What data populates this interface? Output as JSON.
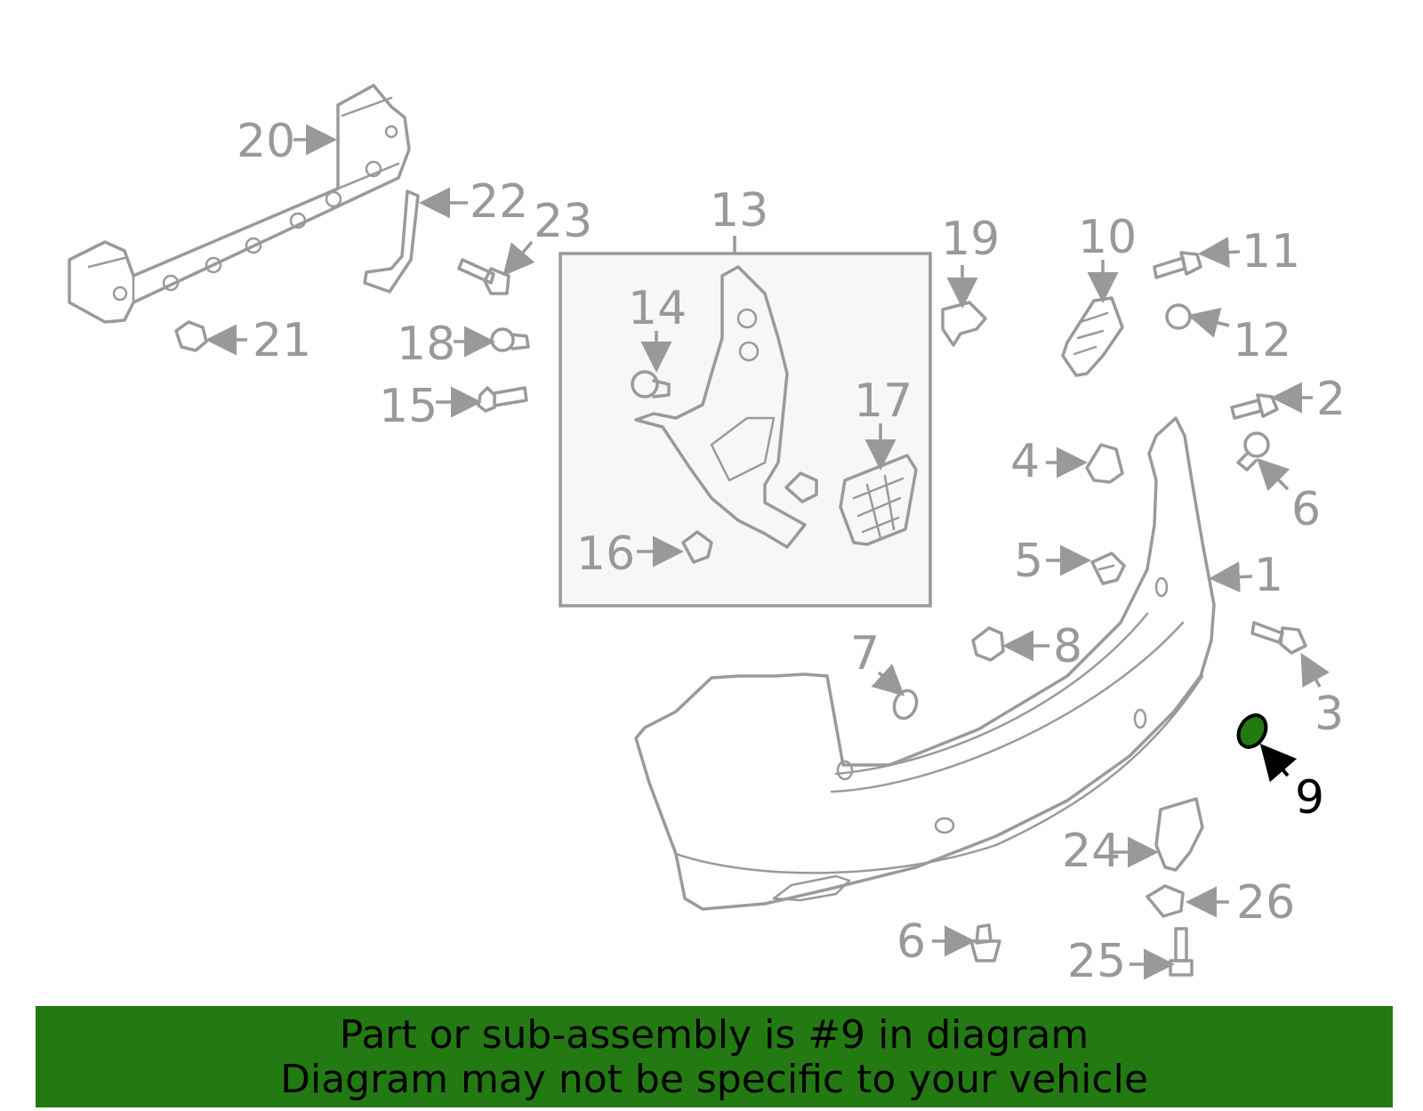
{
  "highlight_color": "#237a12",
  "callouts": {
    "c1": "1",
    "c2": "2",
    "c3": "3",
    "c4": "4",
    "c5": "5",
    "c6a": "6",
    "c6b": "6",
    "c7": "7",
    "c8": "8",
    "c9": "9",
    "c10": "10",
    "c11": "11",
    "c12": "12",
    "c13": "13",
    "c14": "14",
    "c15": "15",
    "c16": "16",
    "c17": "17",
    "c18": "18",
    "c19": "19",
    "c20": "20",
    "c21": "21",
    "c22": "22",
    "c23": "23",
    "c24": "24",
    "c25": "25",
    "c26": "26"
  },
  "banner": {
    "line1": "Part or sub-assembly is #9 in diagram",
    "line2": "Diagram may not be specific to your vehicle"
  }
}
